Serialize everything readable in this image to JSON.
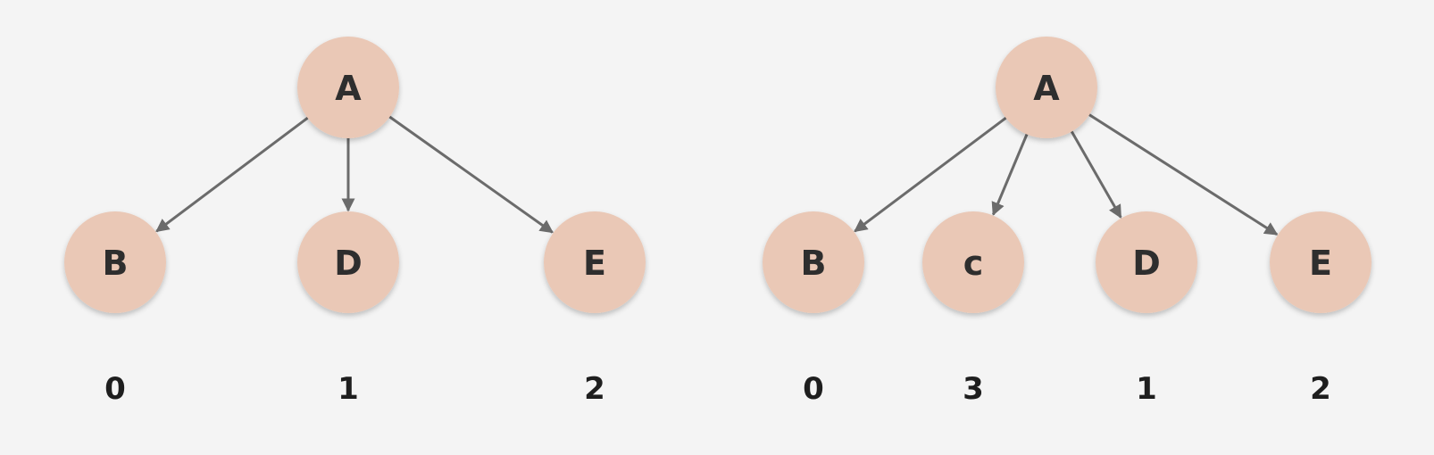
{
  "colors": {
    "background": "#f4f4f4",
    "node_fill": "#eac8b6",
    "edge": "#6b6b6b",
    "text": "#2e2e2e"
  },
  "trees": [
    {
      "root": "A",
      "children": [
        {
          "label": "B",
          "index": "0"
        },
        {
          "label": "D",
          "index": "1"
        },
        {
          "label": "E",
          "index": "2"
        }
      ]
    },
    {
      "root": "A",
      "children": [
        {
          "label": "B",
          "index": "0"
        },
        {
          "label": "c",
          "index": "3"
        },
        {
          "label": "D",
          "index": "1"
        },
        {
          "label": "E",
          "index": "2"
        }
      ]
    }
  ]
}
